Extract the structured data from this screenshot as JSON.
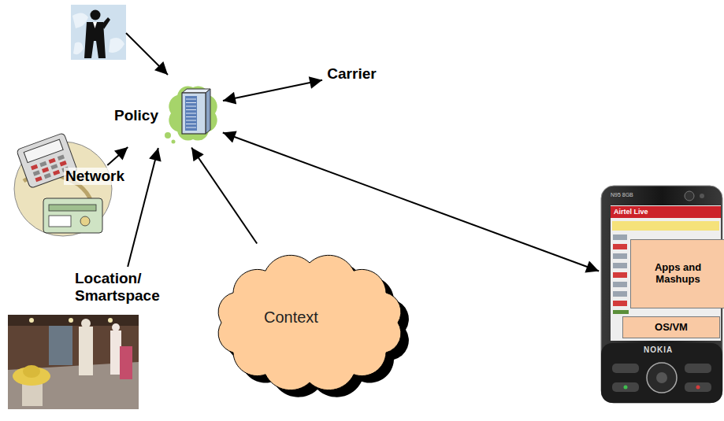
{
  "diagram": {
    "nodes": [
      {
        "text": [
          "Policy"
        ]
      },
      {
        "text": [
          "Carrier"
        ]
      },
      {
        "text": [
          "Network"
        ]
      },
      {
        "text": [
          "Location/ Smartspace"
        ]
      },
      {
        "text": [
          "Context"
        ]
      },
      {
        "text": [
          "N95 8GB",
          "Airtel Live",
          "NOKIA"
        ]
      },
      {
        "text": [
          "Apps and Mashups"
        ],
        "in": 5
      },
      {
        "text": [
          "OS/VM"
        ],
        "in": 5
      }
    ],
    "edges": [
      {
        "from": 0,
        "to": 1,
        "arrow": "both"
      },
      {
        "from": 2,
        "to": 0,
        "arrow": "to"
      },
      {
        "from": 3,
        "to": 0,
        "arrow": "to"
      },
      {
        "from": 4,
        "to": 0,
        "arrow": "to"
      },
      {
        "from": 0,
        "to": 5,
        "arrow": "both"
      }
    ]
  }
}
